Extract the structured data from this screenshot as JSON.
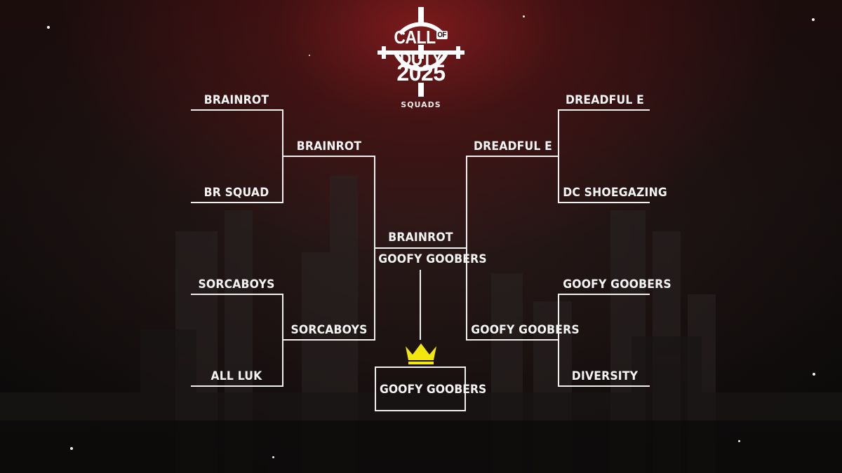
{
  "logo": {
    "line1_left": "CALL",
    "line1_of": "OF",
    "line1_right": "DUTY",
    "year": "2025",
    "subtitle": "SQUADS",
    "icon": "crosshair-logo-icon"
  },
  "bracket": {
    "left": {
      "round1": [
        "BRAINROT",
        "BR SQUAD",
        "SORCABOYS",
        "ALL LUK"
      ],
      "round2": [
        "BRAINROT",
        "SORCABOYS"
      ],
      "semifinal_winner": "BRAINROT"
    },
    "right": {
      "round1": [
        "DREADFUL E",
        "DC SHOEGAZING",
        "GOOFY GOOBERS",
        "DIVERSITY"
      ],
      "round2": [
        "DREADFUL E",
        "GOOFY GOOBERS"
      ],
      "semifinal_winner": "GOOFY GOOBERS"
    },
    "champion": "GOOFY GOOBERS",
    "champion_icon": "crown-icon"
  },
  "colors": {
    "line": "#f0f0f0",
    "crown": "#f2e60f",
    "accent_red": "#8c1c1e"
  }
}
